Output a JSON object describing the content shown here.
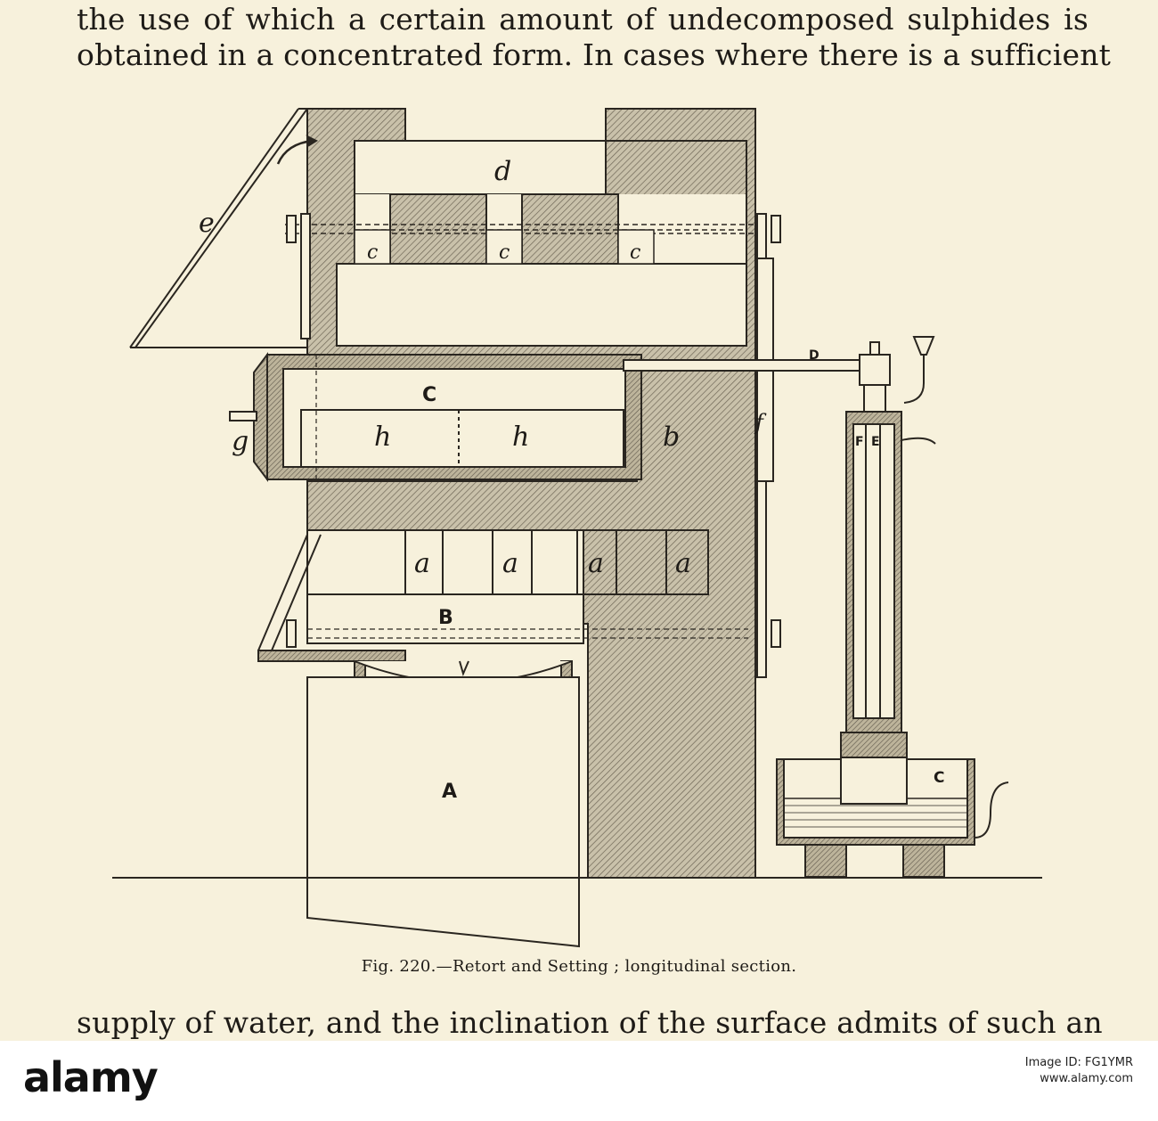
{
  "text": {
    "line1": "the use of which a certain amount of undecomposed sulphides is",
    "line2": "obtained in a concentrated form.  In cases where there is a sufficient",
    "line3": "supply of water, and the inclination of the surface admits of such an"
  },
  "figure": {
    "caption": "Fig. 220.—Retort and Setting ; longitudinal section.",
    "labels": {
      "d": "d",
      "e": "e",
      "c": "c",
      "C_upper": "C",
      "D": "D",
      "g": "g",
      "h": "h",
      "b": "b",
      "f": "f",
      "F": "F",
      "E": "E",
      "a": "a",
      "B": "B",
      "A": "A",
      "C_tank": "C"
    }
  },
  "watermark": {
    "logo": "alamy",
    "image_id_label": "Image ID: FG1YMR",
    "site": "www.alamy.com"
  }
}
